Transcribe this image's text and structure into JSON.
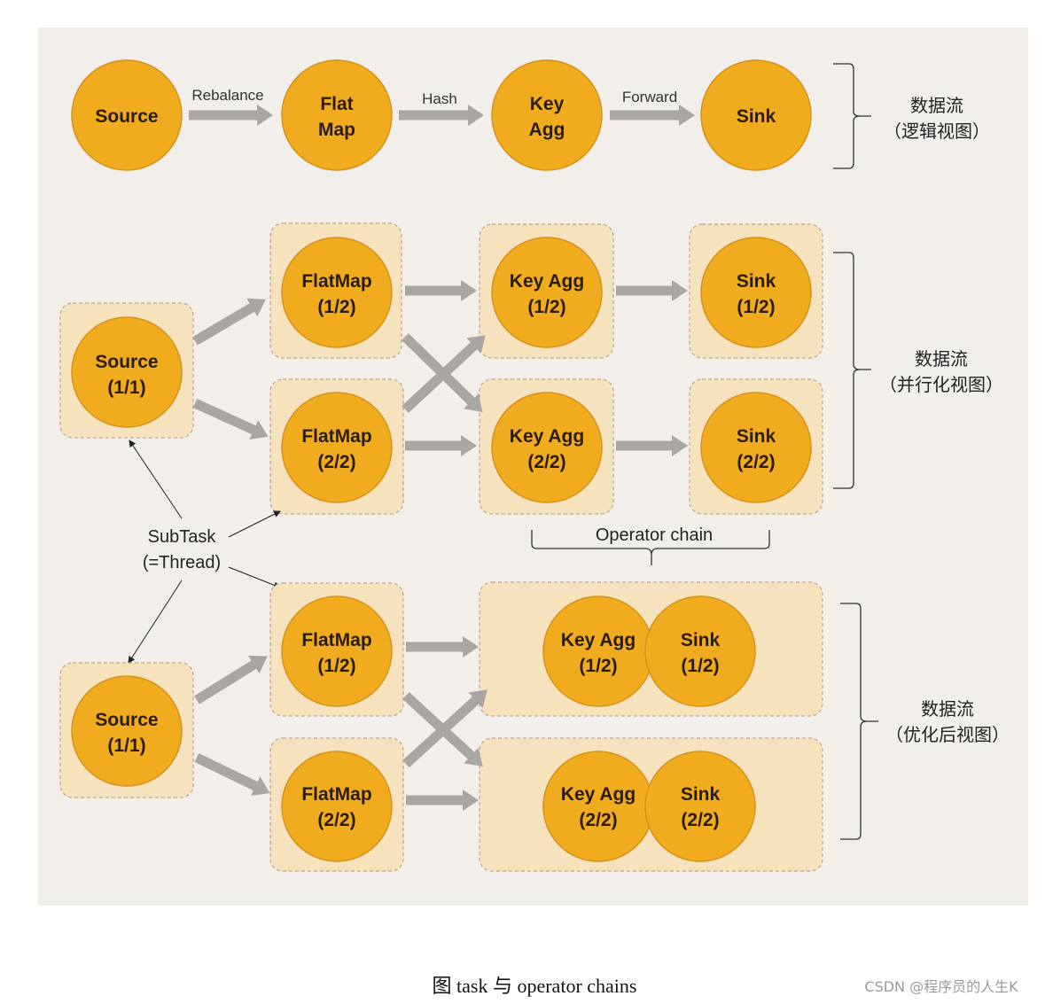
{
  "logical_view": {
    "nodes": [
      [
        "Source"
      ],
      [
        "Flat",
        "Map"
      ],
      [
        "Key",
        "Agg"
      ],
      [
        "Sink"
      ]
    ],
    "edges": [
      "Rebalance",
      "Hash",
      "Forward"
    ],
    "label": [
      "数据流",
      "（逻辑视图）"
    ]
  },
  "parallel_view": {
    "source": [
      "Source",
      "(1/1)"
    ],
    "flatmap1": [
      "FlatMap",
      "(1/2)"
    ],
    "flatmap2": [
      "FlatMap",
      "(2/2)"
    ],
    "keyagg1": [
      "Key Agg",
      "(1/2)"
    ],
    "keyagg2": [
      "Key Agg",
      "(2/2)"
    ],
    "sink1": [
      "Sink",
      "(1/2)"
    ],
    "sink2": [
      "Sink",
      "(2/2)"
    ],
    "label": [
      "数据流",
      "（并行化视图）"
    ]
  },
  "annotations": {
    "subtask": [
      "SubTask",
      "(=Thread)"
    ],
    "operator_chain": "Operator chain"
  },
  "optimized_view": {
    "source": [
      "Source",
      "(1/1)"
    ],
    "flatmap1": [
      "FlatMap",
      "(1/2)"
    ],
    "flatmap2": [
      "FlatMap",
      "(2/2)"
    ],
    "keyagg1": [
      "Key Agg",
      "(1/2)"
    ],
    "keyagg2": [
      "Key Agg",
      "(2/2)"
    ],
    "sink1": [
      "Sink",
      "(1/2)"
    ],
    "sink2": [
      "Sink",
      "(2/2)"
    ],
    "label": [
      "数据流",
      "（优化后视图）"
    ]
  },
  "caption": "图  task 与 operator chains",
  "watermark": "CSDN @程序员的人生K",
  "colors": {
    "node": "#f0ab1f",
    "box": "#f6e2bd",
    "panel": "#f2eee9",
    "arrow": "#a9a6a3"
  }
}
